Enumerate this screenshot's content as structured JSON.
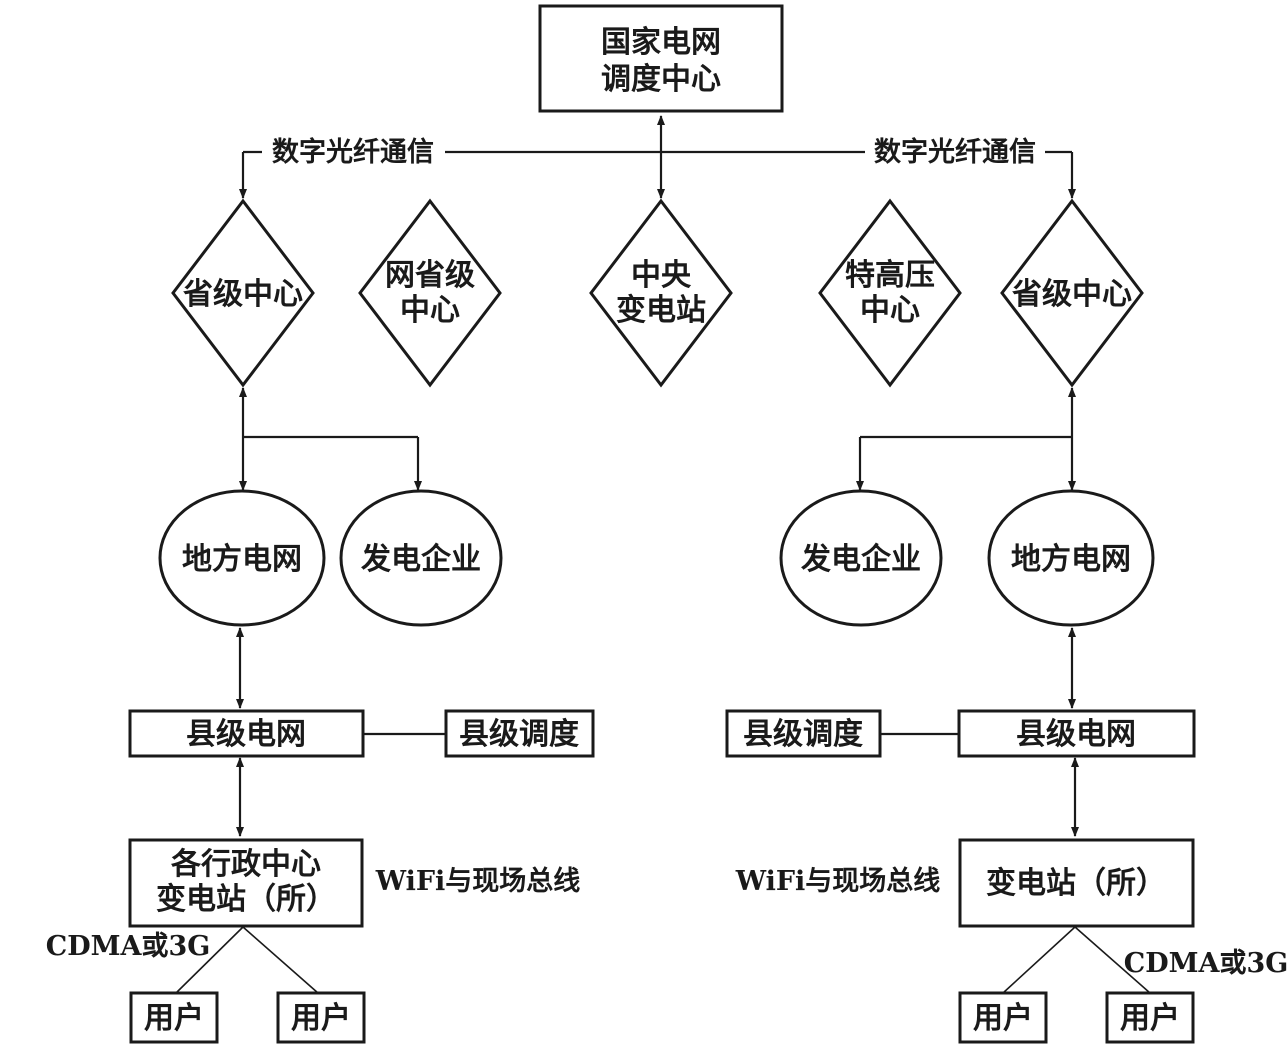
{
  "nodes": {
    "national_center": [
      "国家电网",
      "调度中心"
    ],
    "province_left": "省级中心",
    "grid_province": [
      "网省级",
      "中心"
    ],
    "central_substation": [
      "中央",
      "变电站"
    ],
    "uhv_center": [
      "特高压",
      "中心"
    ],
    "province_right": "省级中心",
    "local_grid_left": "地方电网",
    "power_company_left": "发电企业",
    "power_company_right": "发电企业",
    "local_grid_right": "地方电网",
    "county_grid_left": "县级电网",
    "county_dispatch_left": "县级调度",
    "county_dispatch_right": "县级调度",
    "county_grid_right": "县级电网",
    "admin_substation": [
      "各行政中心",
      "变电站（所）"
    ],
    "substation_right": "变电站（所）",
    "users_left": [
      "用户",
      "用户"
    ],
    "users_right": [
      "用户",
      "用户"
    ]
  },
  "labels": {
    "fiber_left": "数字光纤通信",
    "fiber_right": "数字光纤通信",
    "wifi_left": "WiFi与现场总线",
    "wifi_right": "WiFi与现场总线",
    "cdma_left": "CDMA或3G",
    "cdma_right": "CDMA或3G"
  }
}
